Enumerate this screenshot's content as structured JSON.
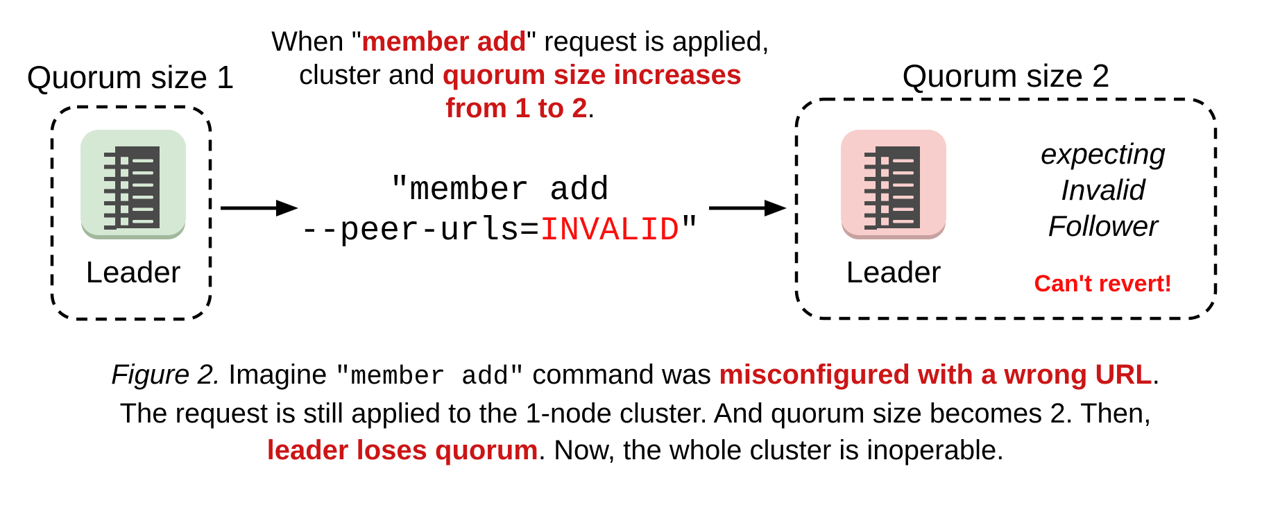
{
  "colors": {
    "red-bold": "#cc1516",
    "red-bright": "#f90f0c",
    "node-green": "#d5e8d4",
    "node-green-shadow": "#a2b89c",
    "node-pink": "#f8cecc",
    "node-pink-shadow": "#c7a2a0",
    "icon-dark": "#4a4a4a",
    "ink": "#000000"
  },
  "left_cluster": {
    "title": "Quorum size 1",
    "node_label": "Leader"
  },
  "right_cluster": {
    "title": "Quorum size 2",
    "node_label": "Leader",
    "expecting_lines": [
      "expecting",
      "Invalid",
      "Follower"
    ],
    "warning": "Can't revert!"
  },
  "annotation_top": {
    "l1a": "When \"",
    "l1b": "member add",
    "l1c": "\" request is applied,",
    "l2a": "cluster and ",
    "l2b": "quorum size increases",
    "l3a": "from 1 to 2",
    "l3b": "."
  },
  "command": {
    "line1": "\"member add",
    "line2_pre": "--peer-urls=",
    "line2_invalid": "INVALID",
    "line2_post": "\""
  },
  "caption": {
    "figure_label": "Figure 2.",
    "l1a": " Imagine ",
    "l1b": "\"member add\"",
    "l1c": " command was ",
    "l1d": "misconfigured with a wrong URL",
    "l1e": ".",
    "l2": "The request is still applied to the 1-node cluster. And quorum size becomes 2. Then,",
    "l3a": "leader loses quorum",
    "l3b": ". Now, the whole cluster is inoperable."
  }
}
